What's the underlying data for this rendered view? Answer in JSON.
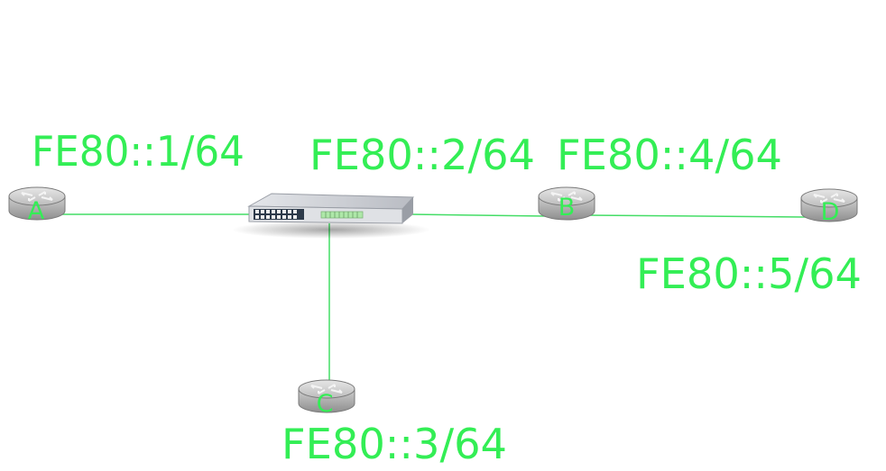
{
  "colors": {
    "label": "#33ee55",
    "link": "#44dd66",
    "router_body": "#b8b8b8",
    "router_top": "#d6d6d6",
    "switch_body": "#cfd2d8",
    "switch_front": "#2d3a4a",
    "port_dark": "#111111",
    "port_green": "#aee8a8"
  },
  "icons": {
    "router": "router-icon",
    "switch": "network-switch-icon"
  },
  "nodes": {
    "a": {
      "letter": "A",
      "address": "FE80::1/64"
    },
    "switch": {
      "address": "FE80::2/64"
    },
    "b": {
      "letter": "B",
      "address": "FE80::4/64"
    },
    "c": {
      "letter": "C",
      "address": "FE80::3/64"
    },
    "d": {
      "letter": "D",
      "address": "FE80::5/64"
    }
  }
}
